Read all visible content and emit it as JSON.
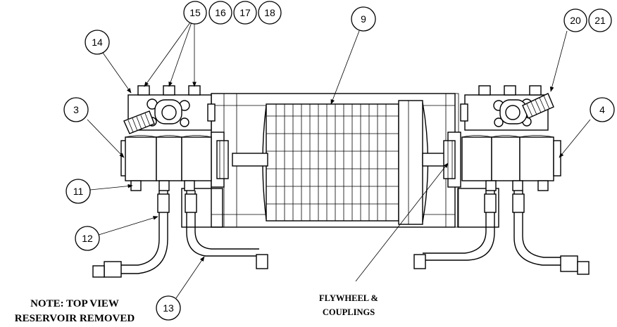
{
  "balloons": {
    "b3": "3",
    "b4": "4",
    "b9": "9",
    "b11": "11",
    "b12": "12",
    "b13": "13",
    "b14": "14",
    "b15": "15",
    "b16": "16",
    "b17": "17",
    "b18": "18",
    "b20": "20",
    "b21": "21"
  },
  "note": {
    "line1": "NOTE: TOP VIEW",
    "line2": "RESERVOIR REMOVED"
  },
  "flywheel_label": {
    "line1": "FLYWHEEL &",
    "line2": "COUPLINGS"
  }
}
